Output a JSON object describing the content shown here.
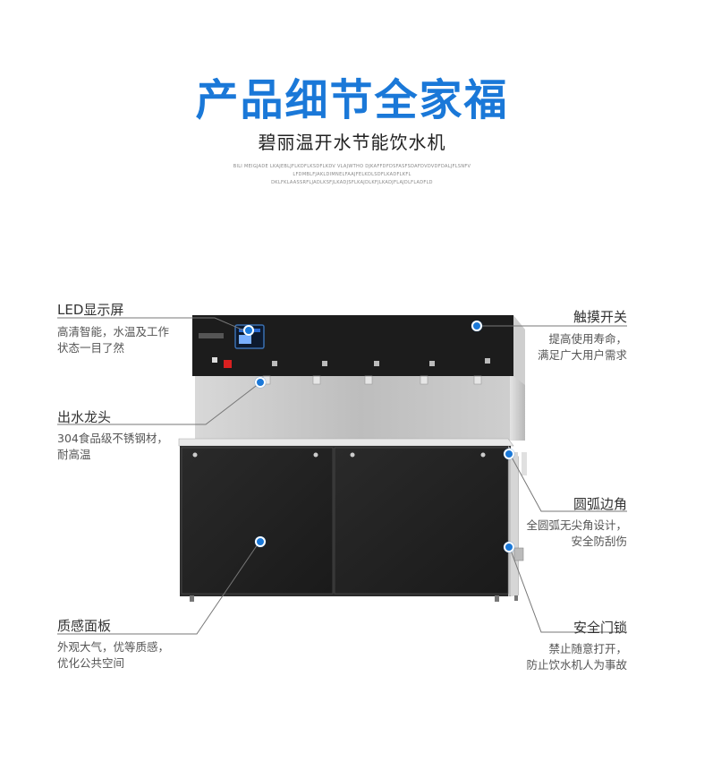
{
  "header": {
    "title": "产品细节全家福",
    "subtitle": "碧丽温开水节能饮水机",
    "fine_print": [
      "BILI MEIGJADE LKAJEBLJFLKDFLKSDFLKDV VLAJWTHO DJKAFFDFDSFASFSDAFDVDVDFDALJFLSNFV",
      "LFDMBLFJAKLDIMNELFAAJFELKDLSDFLKADFLKFL",
      "DKLFKLAASSRFLJADLKSFJLKADJSFLKAJDLKFJLKADJFLAJDLFLADFLD"
    ]
  },
  "annotations": {
    "led": {
      "title": "LED显示屏",
      "desc": [
        "高清智能，水温及工作",
        "状态一目了然"
      ]
    },
    "faucet": {
      "title": "出水龙头",
      "desc": [
        "304食品级不锈钢材，",
        "耐高温"
      ]
    },
    "panel": {
      "title": "质感面板",
      "desc": [
        "外观大气，优等质感，",
        "优化公共空间"
      ]
    },
    "touch": {
      "title": "触摸开关",
      "desc": [
        "提高使用寿命，",
        "满足广大用户需求"
      ]
    },
    "corner": {
      "title": "圆弧边角",
      "desc": [
        "全圆弧无尖角设计，",
        "安全防刮伤"
      ]
    },
    "lock": {
      "title": "安全门锁",
      "desc": [
        "禁止随意打开，",
        "防止饮水机人为事故"
      ]
    }
  },
  "colors": {
    "accent": "#1a78d8",
    "body_dark": "#1f1f1f",
    "steel": "#c9c9c9"
  },
  "icons": [
    "led-screen",
    "faucet",
    "touch-switch",
    "door-lock"
  ]
}
